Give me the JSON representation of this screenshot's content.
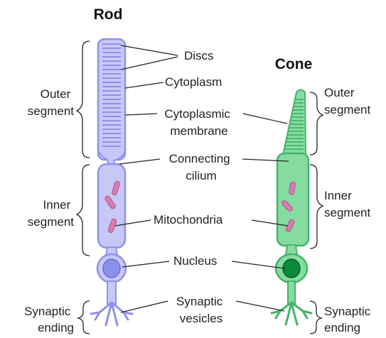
{
  "titles": {
    "rod": "Rod",
    "cone": "Cone"
  },
  "left_labels": {
    "outer_segment": [
      "Outer",
      "segment"
    ],
    "inner_segment": [
      "Inner",
      "segment"
    ],
    "synaptic_ending": [
      "Synaptic",
      "ending"
    ]
  },
  "right_labels": {
    "outer_segment": [
      "Outer",
      "segment"
    ],
    "inner_segment": [
      "Inner",
      "segment"
    ],
    "synaptic_ending": [
      "Synaptic",
      "ending"
    ]
  },
  "center_labels": {
    "discs": "Discs",
    "cytoplasm": "Cytoplasm",
    "cytoplasmic_membrane": [
      "Cytoplasmic",
      "membrane"
    ],
    "connecting_cilium": [
      "Connecting",
      "cilium"
    ],
    "mitochondria": "Mitochondria",
    "nucleus": "Nucleus",
    "synaptic_vesicles": [
      "Synaptic",
      "vesicles"
    ]
  },
  "colors": {
    "rod_fill": "#c6c8f6",
    "rod_stroke": "#8f92ea",
    "cone_fill": "#86dca0",
    "cone_stroke": "#46b26a",
    "mitochondria": "#d77cb0",
    "rod_nucleus": "#8c90ec",
    "cone_nucleus": "#0c8a3a"
  }
}
